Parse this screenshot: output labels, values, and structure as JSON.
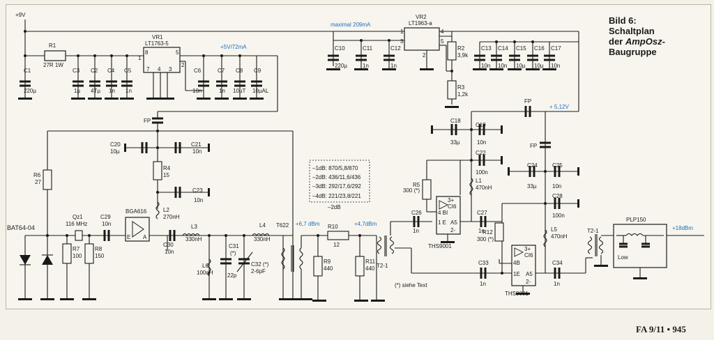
{
  "figure": {
    "title_l1": "Bild 6:",
    "title_l2": "Schaltplan",
    "title_l3_pre": "der ",
    "title_l3_em": "AmpOsz",
    "title_l3_post": "-",
    "title_l4": "Baugruppe",
    "footer": "FA 9/11 • 945"
  },
  "rails": {
    "plus9v": "+9V",
    "max209": "maximal 209mA",
    "plus5v": "+5V/72mA",
    "plus512": "+ 5,12V"
  },
  "parts": {
    "R1": "R1",
    "R1v": "27R 1W",
    "VR1": "VR1",
    "VR1t": "LT1763-5",
    "VR2": "VR2",
    "VR2t": "LT1963-a",
    "C1": "C1",
    "C1v": "220µ",
    "C2": "C2",
    "C2v": "4Tµ",
    "C3": "C3",
    "C3v": "1µ",
    "C4": "C4",
    "C4v": "1n",
    "C5": "C5",
    "C5v": "1n",
    "C6": "C6",
    "C6v": "10n",
    "C7": "C7",
    "C7v": "1n",
    "C8": "C8",
    "C8v": "10µT",
    "C9": "C9",
    "C9v": "10µAL",
    "C10": "C10",
    "C10v": "220µ",
    "C11": "C11",
    "C11v": "1n",
    "C12": "C12",
    "C12v": "1n",
    "C13": "C13",
    "C13v": "10n",
    "C14": "C14",
    "C14v": "10n",
    "C15": "C15",
    "C15v": "10µ",
    "C16": "C16",
    "C16v": "10µ",
    "C17": "C17",
    "C17v": "10n",
    "R2": "R2",
    "R2v": "3,9k",
    "R3": "R3",
    "R3v": "1,2k",
    "FP": "FP",
    "C18": "C18",
    "C18v": "33µ",
    "C19": "C19",
    "C19v": "10n",
    "C20": "C20",
    "C20v": "10µ",
    "C21": "C21",
    "C21v": "10n",
    "R4": "R4",
    "R4v": "15",
    "C23": "C23",
    "C23v": "10n",
    "R6": "R6",
    "R6v": "27",
    "L2": "L2",
    "L2v": "270nH",
    "BGA": "BGA616",
    "BAT": "BAT64-04",
    "Qz1": "Qz1",
    "Qz1v": "116 MHz",
    "C29": "C29",
    "C29v": "10n",
    "R7": "R7",
    "R7v": "100",
    "R8": "R8",
    "R8v": "150",
    "C30": "C30",
    "C30v": "10n",
    "L3": "L3",
    "L3v": "330nH",
    "L4": "L4",
    "L4v": "330nH",
    "T622": "T622",
    "L6": "L6",
    "L6v": "100nH",
    "C31": "C31",
    "C31v": "22p",
    "C31s": "(*)",
    "C32": "C32 (*)",
    "C32v": "2-6pF",
    "R10": "R10",
    "R10v": "12",
    "R10att": "–2dB",
    "R9": "R9",
    "R9v": "440",
    "R11": "R11",
    "R11v": "440",
    "T21": "T2-1",
    "T21b": "T2-1",
    "R5": "R5",
    "R5v": "300 (*)",
    "C22": "C22",
    "C22v": "100n",
    "L1": "L1",
    "L1v": "470nH",
    "C26": "C26",
    "C26v": "1n",
    "C27": "C27",
    "C27v": "1n",
    "THS1": "THS9001",
    "THS2": "THS9001",
    "R12": "R12",
    "R12v": "300 (*)",
    "C24": "C24",
    "C24v": "33µ",
    "C25": "C25",
    "C25v": "10n",
    "C28": "C28",
    "C28v": "100n",
    "L5": "L5",
    "L5v": "470nH",
    "C33": "C33",
    "C33v": "1n",
    "C34": "C34",
    "C34v": "1n",
    "PLP": "PLP150",
    "Low": "Low"
  },
  "levels": {
    "a": "+6,7 dBm",
    "b": "+4,7dBm",
    "c": "+18dBm"
  },
  "table": [
    "–1dB: 870/5,8/870",
    "–2dB: 436/11,6/436",
    "–3dB: 292/17,6/292",
    "–4dB: 221/23,8/221"
  ],
  "note": "(*) siehe Text",
  "pins": {
    "vr1_8": "8",
    "vr1_1": "1",
    "vr1_5": "5",
    "vr1_2": "2",
    "vr1_7": "7",
    "vr1_4": "4",
    "vr1_3": "3",
    "vr2_1": "1",
    "vr2_4": "4",
    "vr2_3": "3",
    "vr2_5": "5",
    "vr2_2": "2",
    "bga_e": "E",
    "bga_a": "A",
    "ths_3": "3+",
    "ths_c": "CI6",
    "ths_4": "4 BI",
    "ths_1": "1 E",
    "ths_a": "A5",
    "ths_2": "2-",
    "ths2_3": "3+",
    "ths2_c": "CI6",
    "ths2_4": "4B",
    "ths2_1": "1E",
    "ths2_a": "A5",
    "ths2_2": "2-"
  }
}
